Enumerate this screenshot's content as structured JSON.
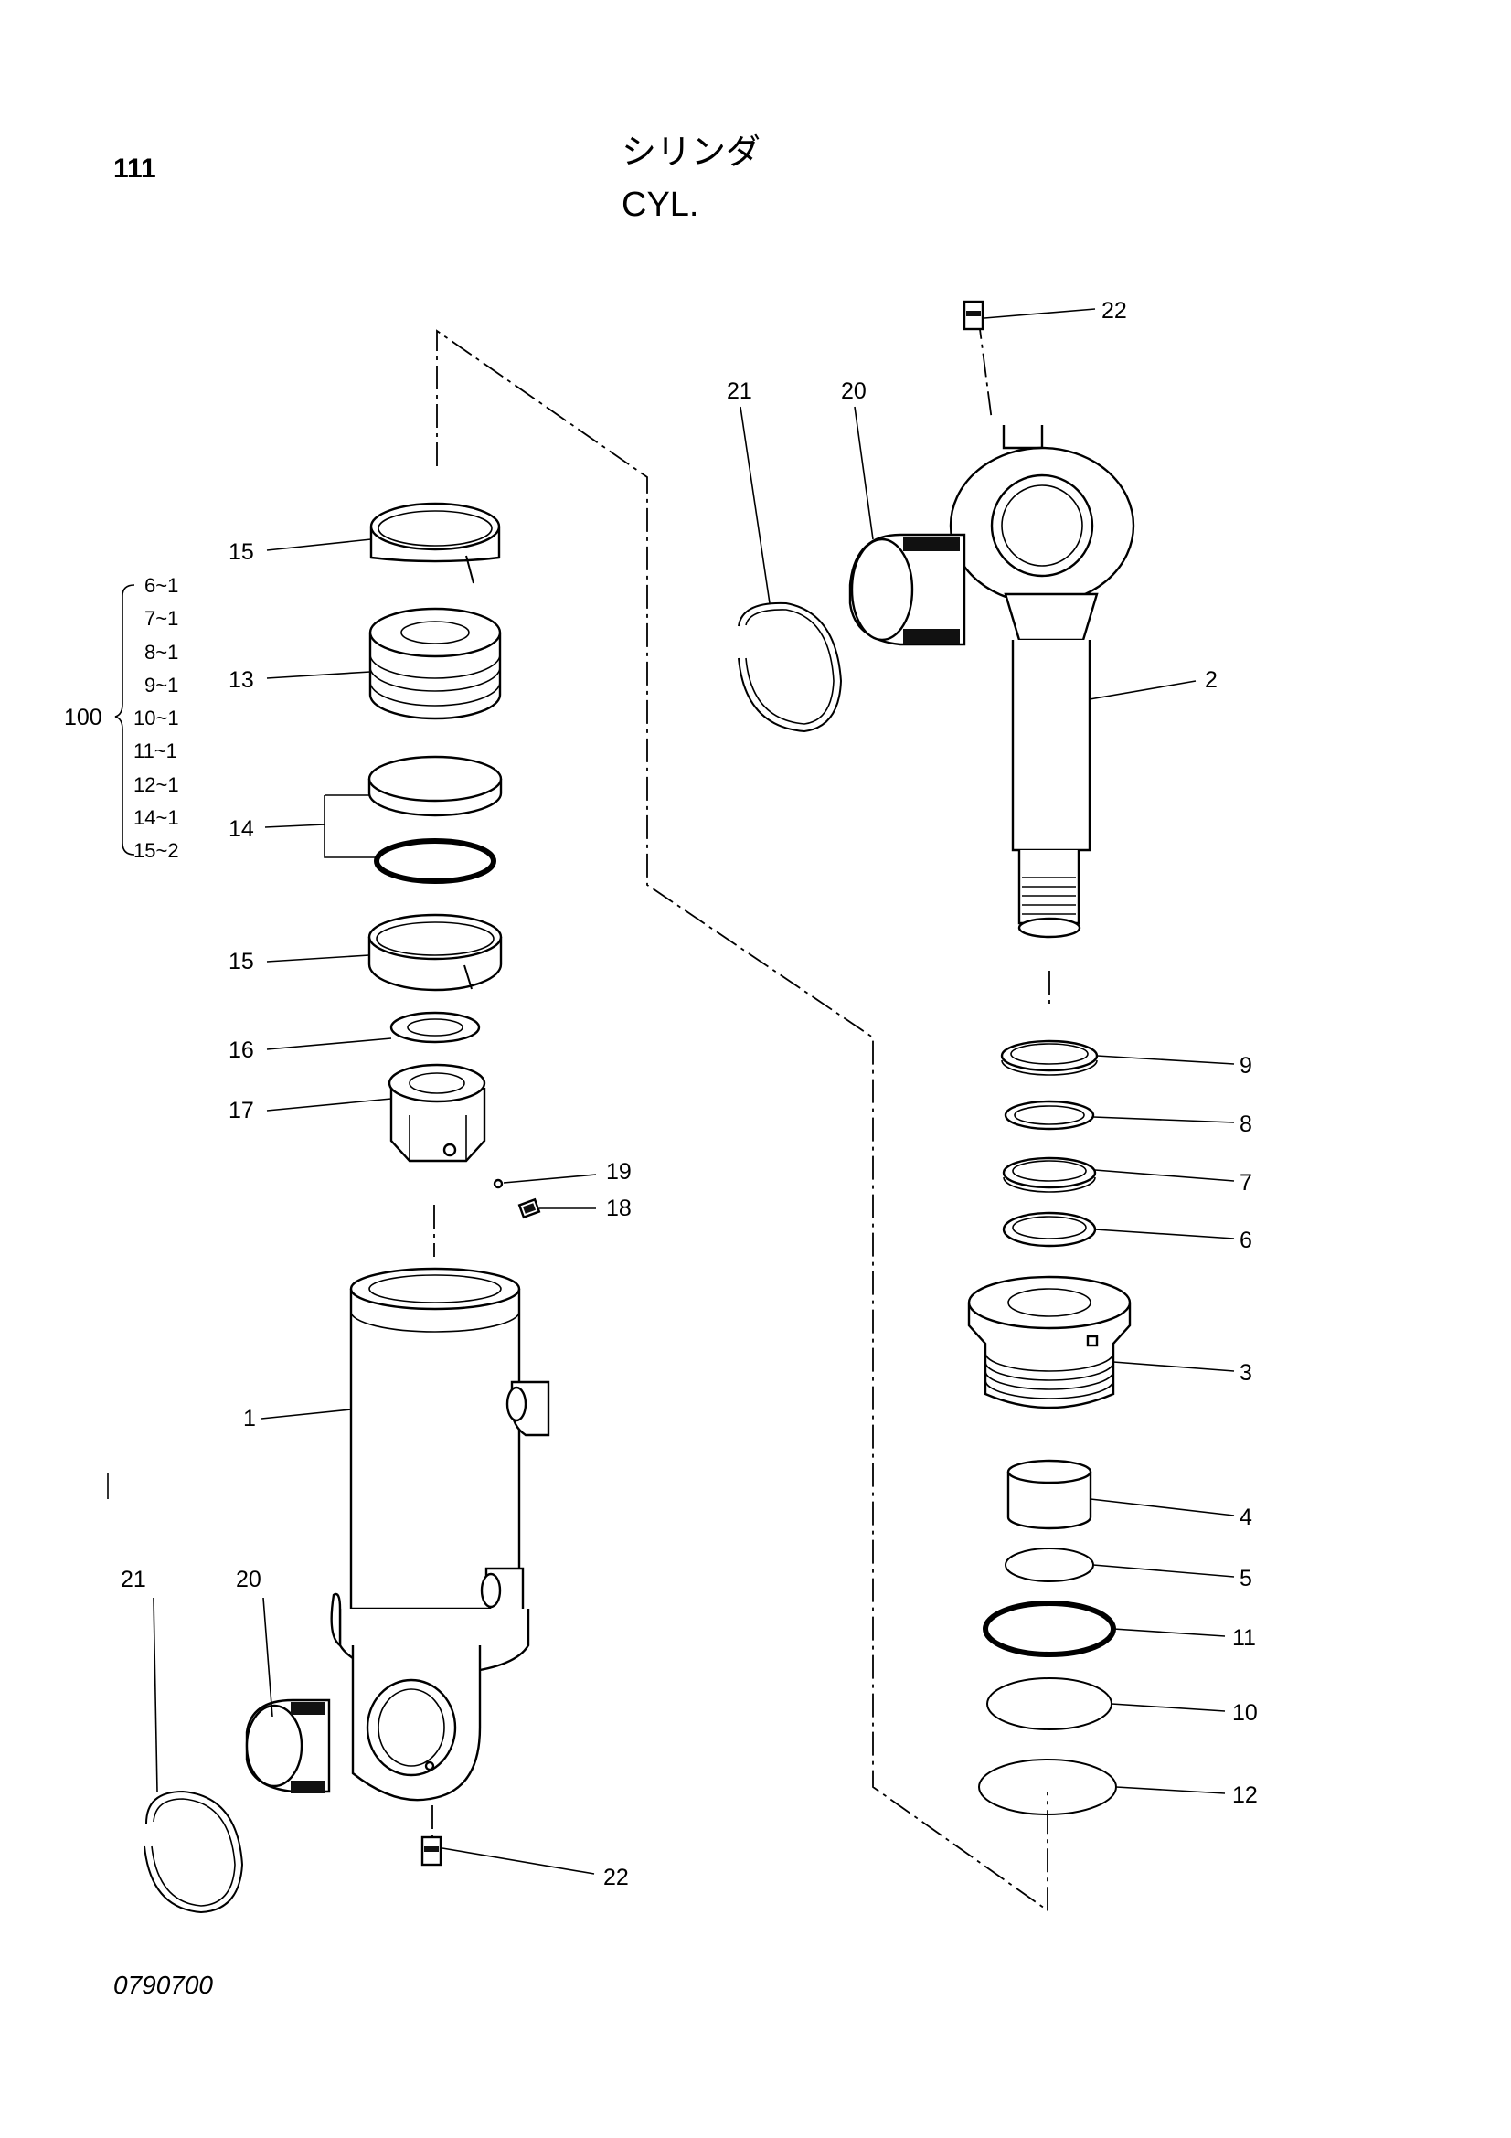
{
  "header": {
    "page_number": "111",
    "title_jp": "シリンダ",
    "title_en": "CYL."
  },
  "footer": {
    "doc_code": "0790700"
  },
  "callouts": {
    "p1": "1",
    "p2": "2",
    "p3": "3",
    "p4": "4",
    "p5": "5",
    "p6": "6",
    "p7": "7",
    "p8": "8",
    "p9": "9",
    "p10": "10",
    "p11": "11",
    "p12": "12",
    "p13": "13",
    "p14": "14",
    "p15a": "15",
    "p15b": "15",
    "p16": "16",
    "p17": "17",
    "p18": "18",
    "p19": "19",
    "p20a": "20",
    "p20b": "20",
    "p21a": "21",
    "p21b": "21",
    "p22a": "22",
    "p22b": "22"
  },
  "kit": {
    "label": "100",
    "items": [
      "6~1",
      "7~1",
      "8~1",
      "9~1",
      "10~1",
      "11~1",
      "12~1",
      "14~1",
      "15~2"
    ]
  }
}
